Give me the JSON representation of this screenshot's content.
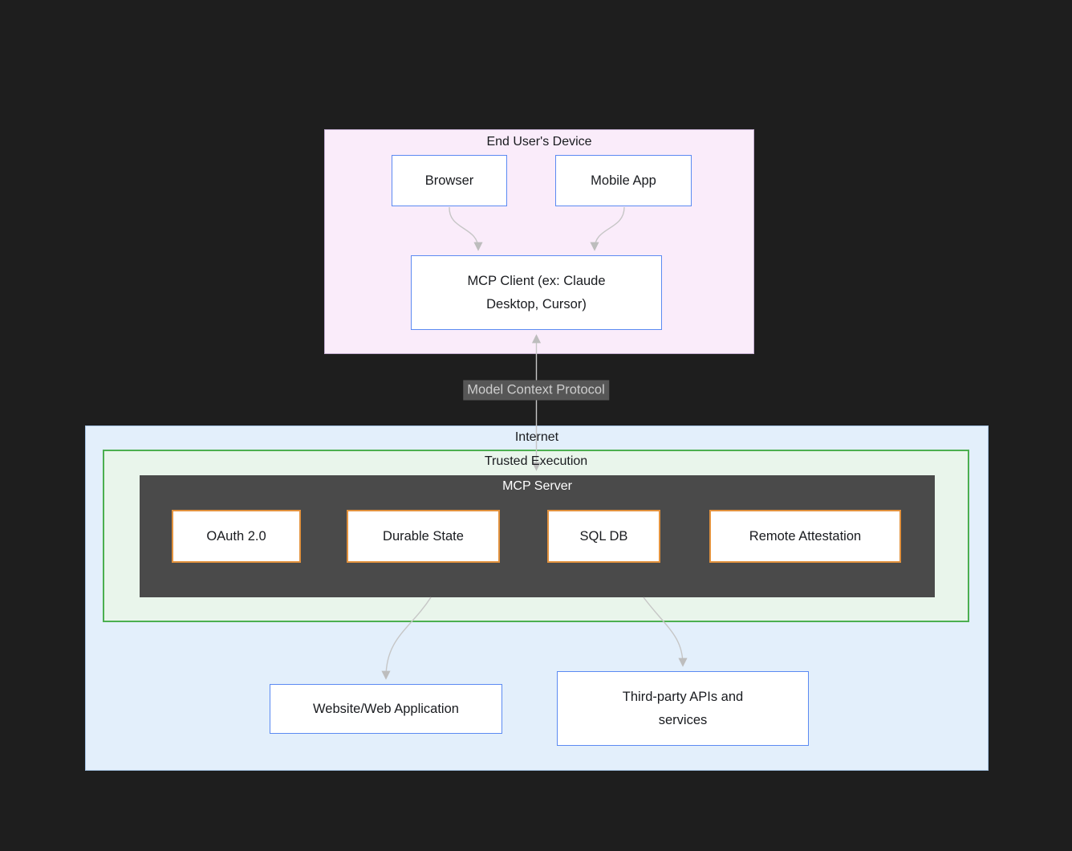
{
  "edge_label": {
    "text": "Model Context Protocol"
  },
  "groups": {
    "device": {
      "title": "End User's Device"
    },
    "internet": {
      "title": "Internet"
    },
    "trusted_execution": {
      "title": "Trusted Execution"
    },
    "mcp_server": {
      "title": "MCP Server"
    }
  },
  "nodes": {
    "browser": {
      "label": "Browser"
    },
    "mobile_app": {
      "label": "Mobile App"
    },
    "mcp_client": {
      "label": "MCP Client (ex: Claude Desktop, Cursor)"
    },
    "oauth": {
      "label": "OAuth 2.0"
    },
    "durable_state": {
      "label": "Durable State"
    },
    "sql_db": {
      "label": "SQL DB"
    },
    "remote_attestation": {
      "label": "Remote Attestation"
    },
    "website": {
      "label": "Website/Web Application"
    },
    "third_party": {
      "label": "Third-party APIs and services"
    }
  },
  "edges": [
    {
      "from": "browser",
      "to": "mcp_client"
    },
    {
      "from": "mobile_app",
      "to": "mcp_client"
    },
    {
      "from": "mcp_client",
      "to": "mcp_server",
      "bidirectional": true,
      "label": "Model Context Protocol"
    },
    {
      "from": "mcp_server",
      "to": "website"
    },
    {
      "from": "mcp_server",
      "to": "third_party"
    }
  ],
  "colors": {
    "background": "#1e1e1e",
    "device_fill": "#faecfa",
    "device_border": "#c3aed0",
    "internet_fill": "#e3effb",
    "internet_border": "#a7c4e4",
    "trusted_fill": "#e9f5eb",
    "trusted_border": "#4caf50",
    "server_fill": "#4a4a4a",
    "server_title": "#ffffff",
    "node_fill": "#ffffff",
    "node_border_blue": "#5b8af2",
    "node_border_orange": "#e2923e",
    "edge": "#c6c6c6",
    "edge_label_bg": "#565656",
    "edge_label_text": "#cdcdcd",
    "text": "#191b1f"
  }
}
